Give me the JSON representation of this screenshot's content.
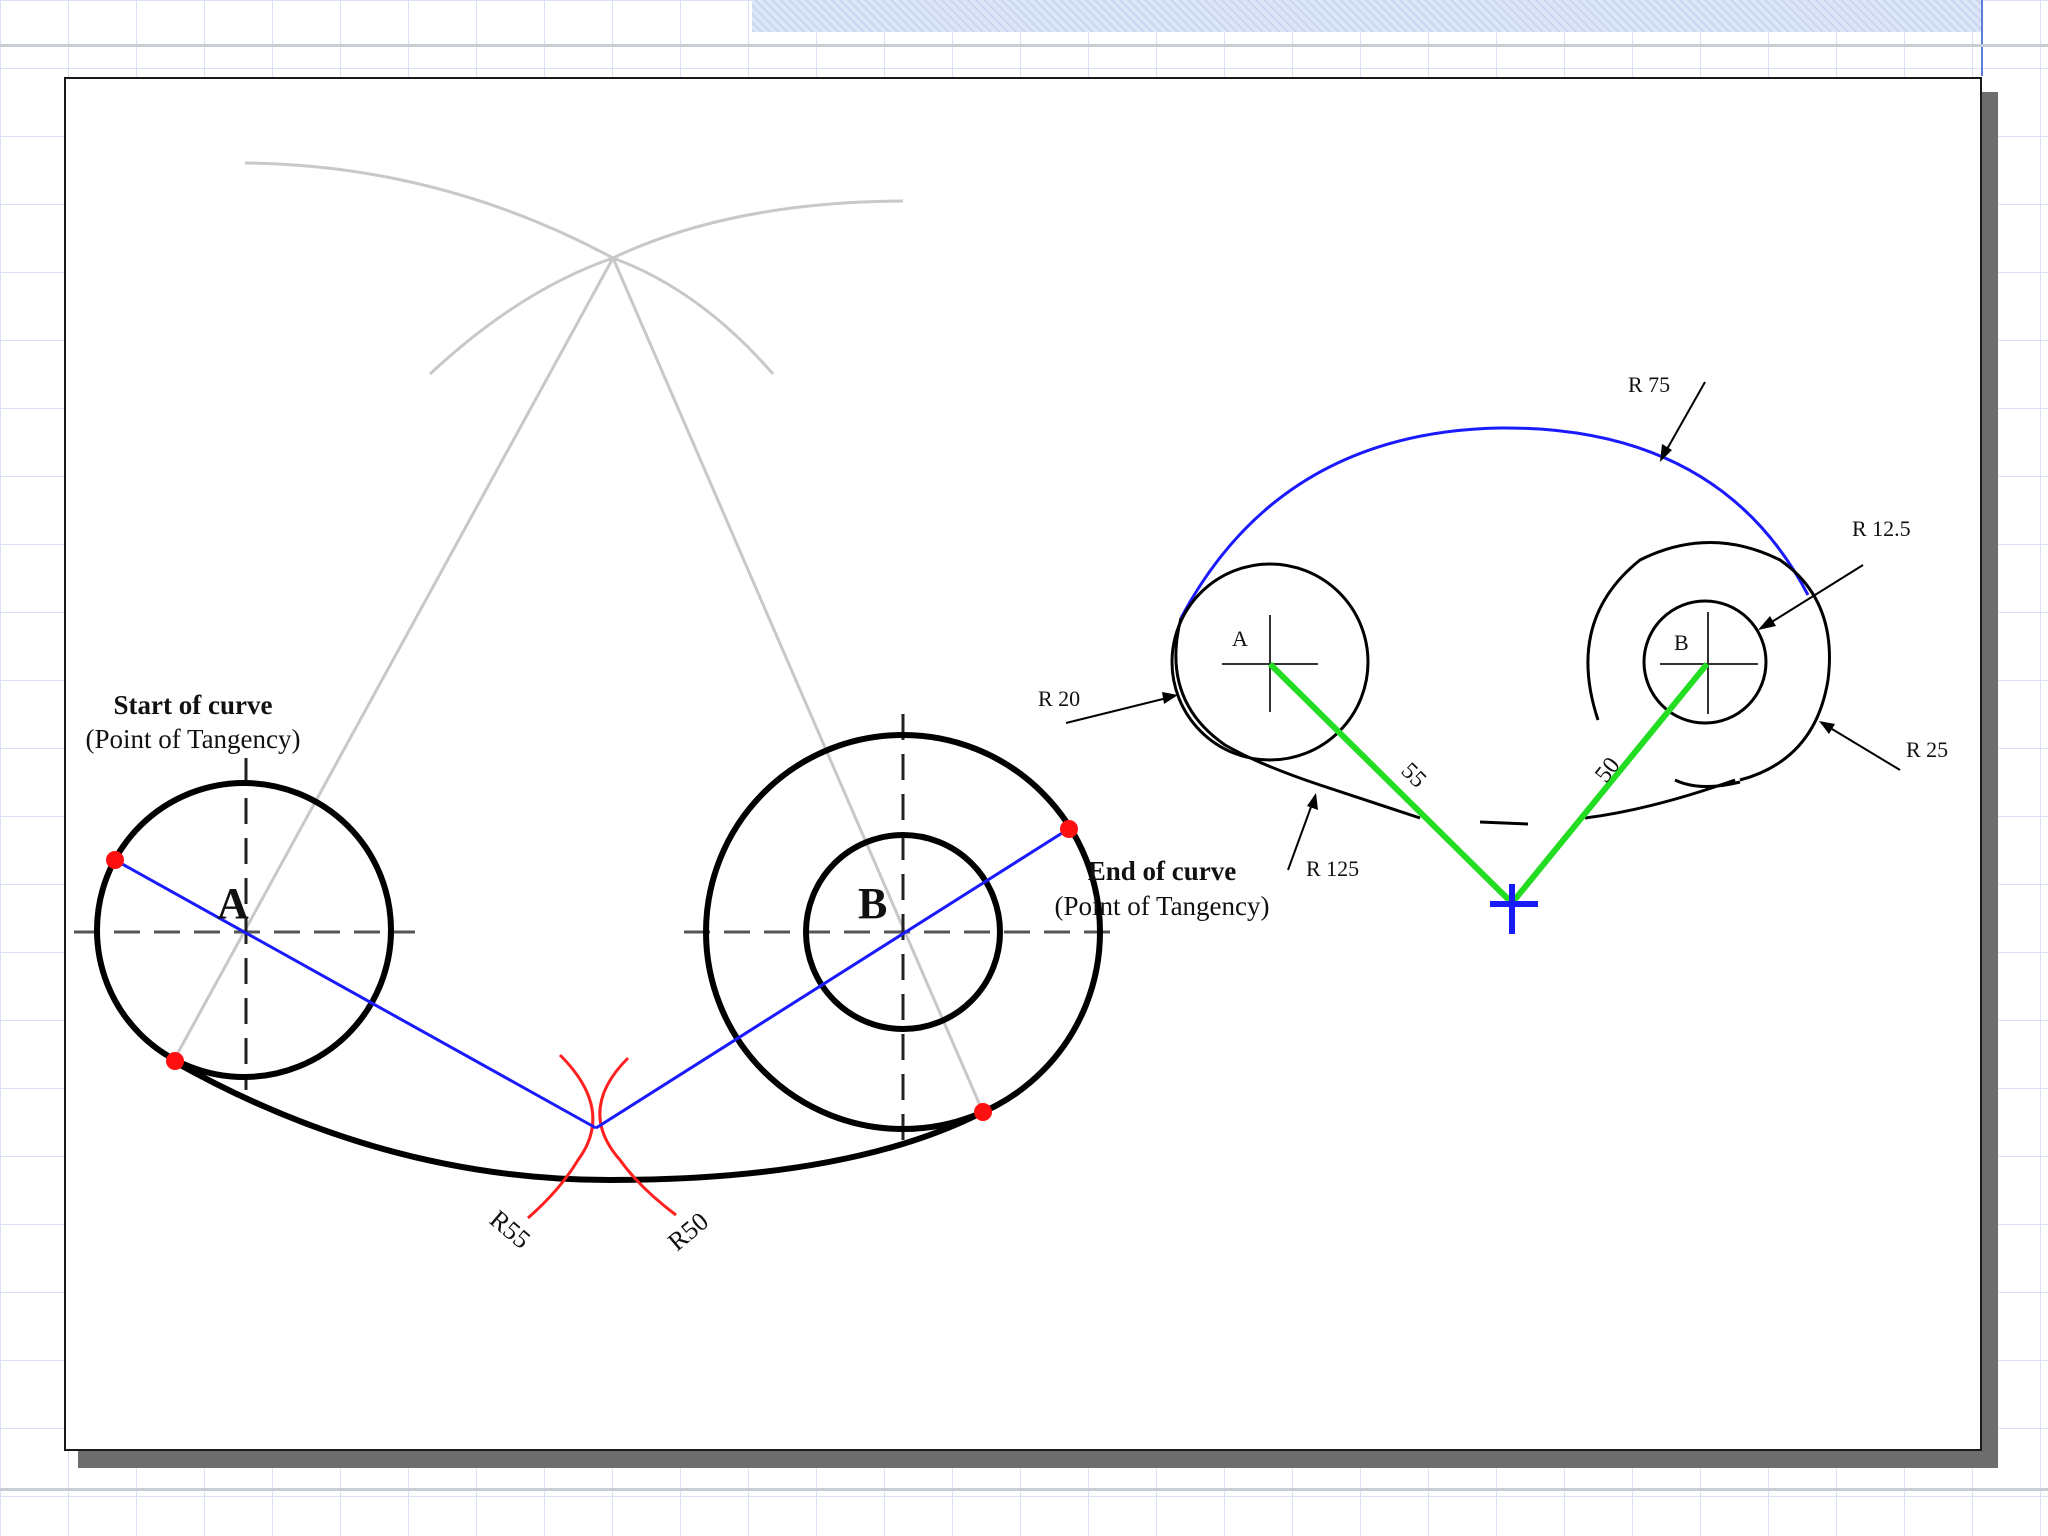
{
  "left_diagram": {
    "start_title": "Start of curve",
    "start_sub": "(Point of Tangency)",
    "end_title": "End of curve",
    "end_sub": "(Point of Tangency)",
    "label_a": "A",
    "label_b": "B",
    "radius_a": "R55",
    "radius_b": "R50"
  },
  "right_diagram": {
    "label_a": "A",
    "label_b": "B",
    "r75": "R 75",
    "r12_5": "R 12.5",
    "r20": "R 20",
    "r25": "R 25",
    "r125": "R 125",
    "dim_55": "55",
    "dim_50": "50"
  },
  "colors": {
    "construction": "#c8c8c8",
    "tangent_line": "#1a1aff",
    "arc_marks": "#ff2020",
    "tangent_points": "#ff1010",
    "radius_lines": "#22dd22",
    "center_mark": "#1a1aff"
  }
}
